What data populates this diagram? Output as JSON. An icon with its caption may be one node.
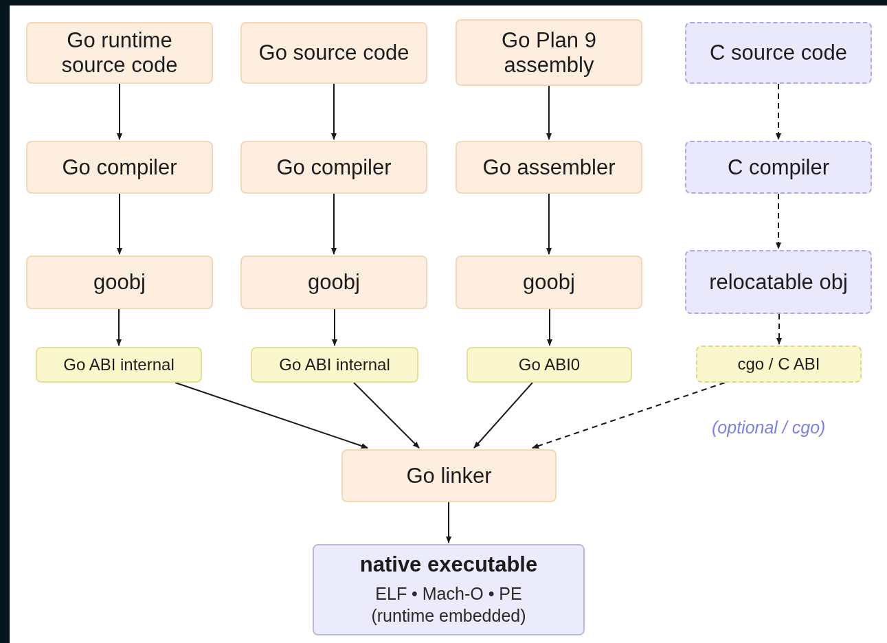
{
  "diagram": {
    "nodes": [
      {
        "text": [
          "Go runtime source code"
        ]
      },
      {
        "text": [
          "Go source code"
        ]
      },
      {
        "text": [
          "Go Plan 9 assembly"
        ]
      },
      {
        "text": [
          "C source code"
        ]
      },
      {
        "text": [
          "Go compiler"
        ]
      },
      {
        "text": [
          "Go compiler"
        ]
      },
      {
        "text": [
          "Go assembler"
        ]
      },
      {
        "text": [
          "C compiler"
        ]
      },
      {
        "text": [
          "goobj"
        ]
      },
      {
        "text": [
          "goobj"
        ]
      },
      {
        "text": [
          "goobj"
        ]
      },
      {
        "text": [
          "relocatable obj"
        ]
      },
      {
        "text": [
          "Go ABI internal"
        ]
      },
      {
        "text": [
          "Go ABI internal"
        ]
      },
      {
        "text": [
          "Go ABI0"
        ]
      },
      {
        "text": [
          "cgo / C ABI"
        ]
      },
      {
        "text": [
          "Go linker"
        ]
      },
      {
        "text": [
          "native executable",
          "ELF • Mach-O • PE (runtime embedded)"
        ]
      }
    ],
    "edges": [
      {
        "from": 0,
        "to": 4,
        "arrow": "to"
      },
      {
        "from": 1,
        "to": 5,
        "arrow": "to"
      },
      {
        "from": 2,
        "to": 6,
        "arrow": "to"
      },
      {
        "from": 3,
        "to": 7,
        "arrow": "to",
        "style": "dashed"
      },
      {
        "from": 4,
        "to": 8,
        "arrow": "to"
      },
      {
        "from": 5,
        "to": 9,
        "arrow": "to"
      },
      {
        "from": 6,
        "to": 10,
        "arrow": "to"
      },
      {
        "from": 7,
        "to": 11,
        "arrow": "to",
        "style": "dashed"
      },
      {
        "from": 8,
        "to": 12,
        "arrow": "to"
      },
      {
        "from": 9,
        "to": 13,
        "arrow": "to"
      },
      {
        "from": 10,
        "to": 14,
        "arrow": "to"
      },
      {
        "from": 11,
        "to": 15,
        "arrow": "to",
        "style": "dashed"
      },
      {
        "from": 12,
        "to": 16,
        "arrow": "to"
      },
      {
        "from": 13,
        "to": 16,
        "arrow": "to"
      },
      {
        "from": 14,
        "to": 16,
        "arrow": "to"
      },
      {
        "from": 15,
        "to": 16,
        "arrow": "to",
        "style": "dashed"
      },
      {
        "from": 16,
        "to": 17,
        "arrow": "to"
      }
    ],
    "labels": [
      "(optional / cgo)"
    ]
  }
}
